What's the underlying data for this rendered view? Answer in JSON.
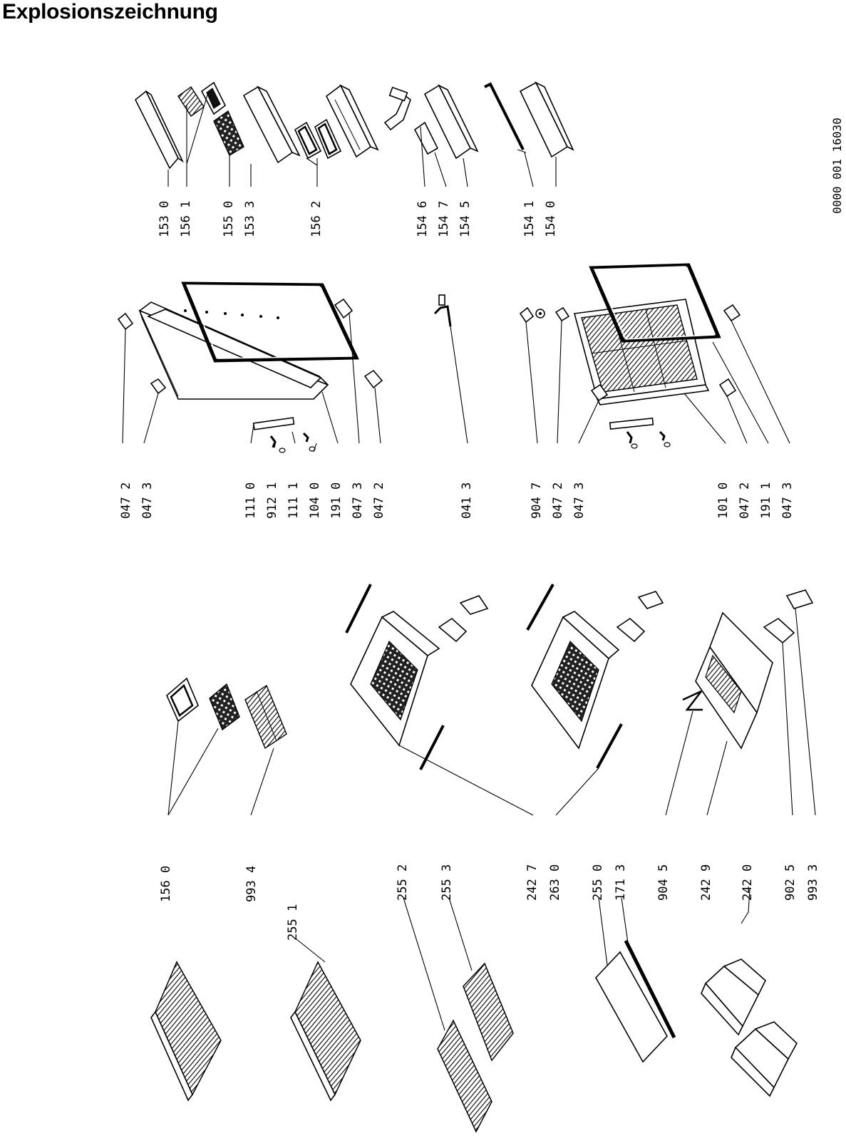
{
  "title": "Explosionszeichnung",
  "reference_code": "0000 001 16030",
  "colors": {
    "ink": "#000000",
    "paper": "#ffffff"
  },
  "label_columns": [
    {
      "name": "door-small-parts-upper",
      "labels": [
        "047 2",
        "047 3"
      ]
    },
    {
      "name": "door-bins-upper",
      "labels": [
        "153 0",
        "156 1",
        "155 0",
        "153 3",
        "156 2"
      ]
    },
    {
      "name": "door-bins-lower",
      "labels": [
        "154 6",
        "154 7",
        "154 5",
        "154 1",
        "154 0"
      ]
    },
    {
      "name": "fridge-door-parts",
      "labels": [
        "111 0",
        "912 1",
        "111 1",
        "104 0",
        "191 0",
        "047 3",
        "047 2"
      ]
    },
    {
      "name": "hinge-part",
      "labels": [
        "041 3"
      ]
    },
    {
      "name": "freezer-door-top",
      "labels": [
        "904 7",
        "047 2",
        "047 3"
      ]
    },
    {
      "name": "freezer-door-parts",
      "labels": [
        "101 0",
        "047 2",
        "191 1",
        "047 3"
      ]
    },
    {
      "name": "accessories-upper",
      "labels": [
        "156 0",
        "993 4"
      ]
    },
    {
      "name": "shelf-upper",
      "labels": [
        "255 1"
      ]
    },
    {
      "name": "shelves-middle",
      "labels": [
        "255 2",
        "255 3"
      ]
    },
    {
      "name": "crisper-parts",
      "labels": [
        "242 7",
        "263 0"
      ]
    },
    {
      "name": "cover-glass",
      "labels": [
        "255 0",
        "171 3"
      ]
    },
    {
      "name": "clip-part",
      "labels": [
        "904 5"
      ]
    },
    {
      "name": "drawer-part",
      "labels": [
        "242 9"
      ]
    },
    {
      "name": "freezer-drawers",
      "labels": [
        "242 0"
      ]
    },
    {
      "name": "drawer-front-parts",
      "labels": [
        "902 5",
        "993 3"
      ]
    }
  ]
}
